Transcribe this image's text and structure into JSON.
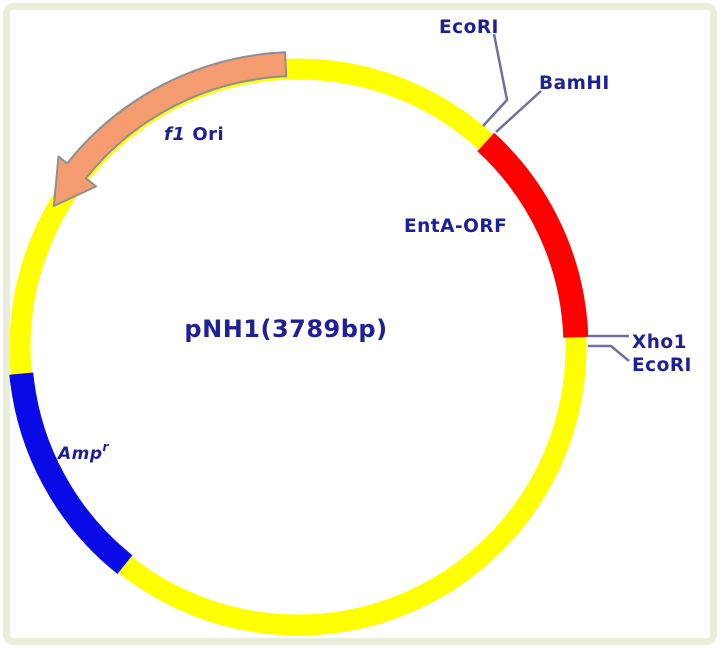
{
  "title": "pNH1(3789bp)",
  "features": {
    "f1_ori": {
      "label_italic": "f1",
      "label": "Ori"
    },
    "enta_orf": {
      "label": "EntA-ORF"
    },
    "amp": {
      "label": "Amp",
      "superscript": "r"
    }
  },
  "sites": {
    "ecori_top": "EcoRI",
    "bamhi": "BamHI",
    "xho1": "Xho1",
    "ecori_right": "EcoRI"
  },
  "colors": {
    "backbone": "#FFFF00",
    "enta_orf_segment": "#FF0000",
    "amp_segment": "#0A0AE6",
    "arrow_fill": "#F49B70",
    "arrow_outline": "#8F8F8F",
    "label_text": "#202096",
    "leader_line": "#6F6FA5",
    "frame_border": "#EAEDDA",
    "background": "#FFFFFF"
  }
}
